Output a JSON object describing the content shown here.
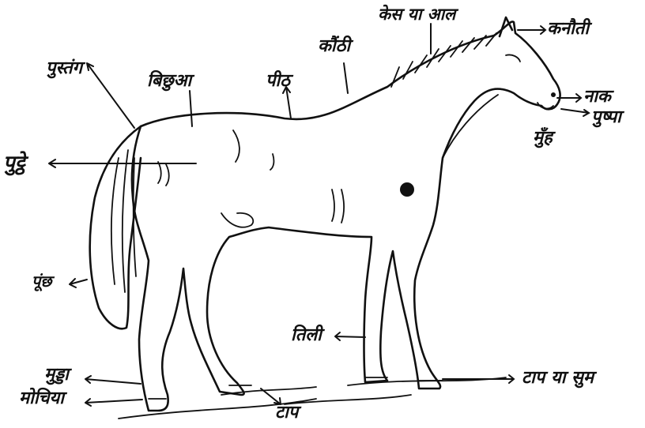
{
  "labels": {
    "kes_ya_ayal": "केस या आल",
    "kanauti": "कनौती",
    "kanthi": "कौंठी",
    "pustang": "पुस्तंग",
    "bichhua": "बिछुआ",
    "peeth": "पीठ",
    "naak": "नाक",
    "pusha": "पुष्पा",
    "munh": "मुँह",
    "puththe": "पुट्ठे",
    "poonchh": "पूंछ",
    "tili": "तिली",
    "mudda": "मुड्डा",
    "mochiya": "मोचिया",
    "taap": "टाप",
    "taap_ya_sum": "टाप या सुम"
  }
}
